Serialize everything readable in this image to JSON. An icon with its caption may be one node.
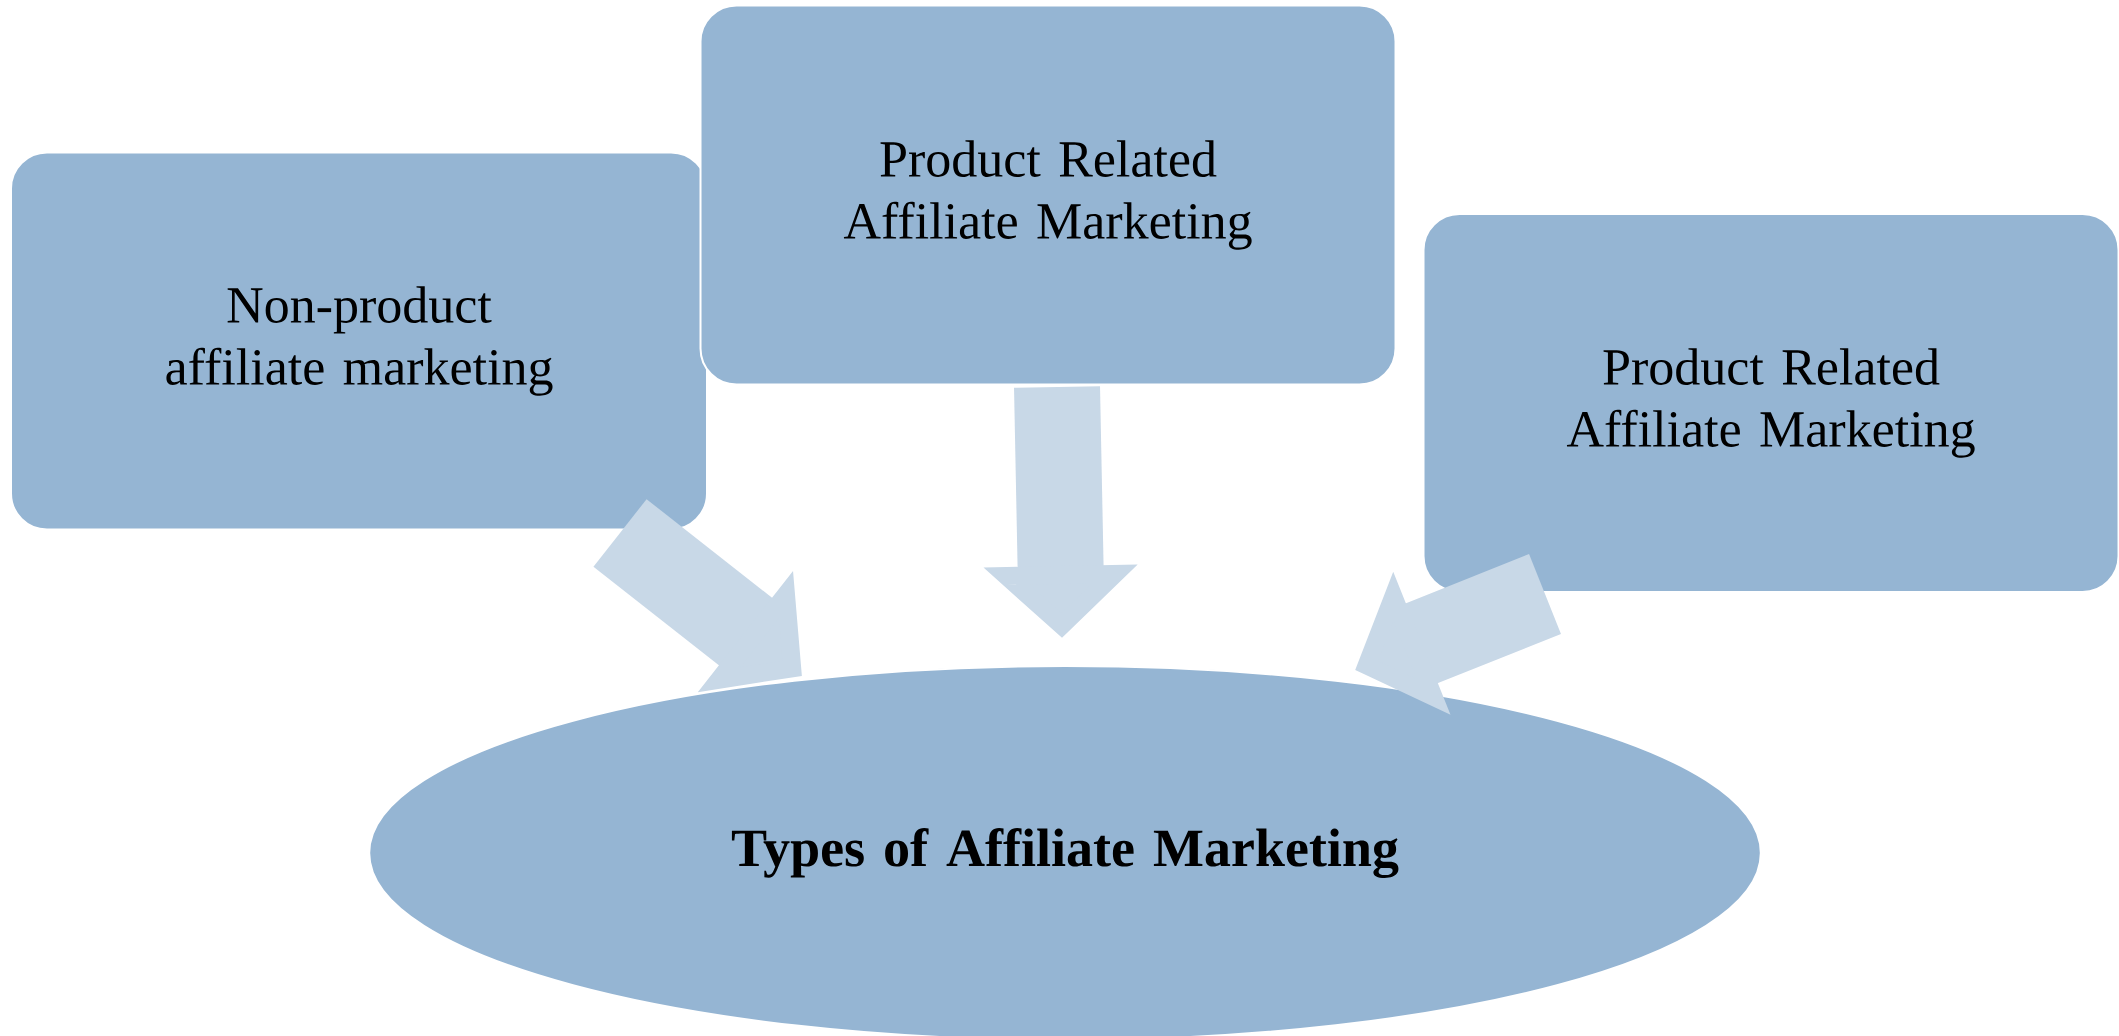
{
  "diagram": {
    "nodes": [
      {
        "text": [
          "Non-product affiliate marketing"
        ]
      },
      {
        "text": [
          "Product Related Affiliate Marketing"
        ]
      },
      {
        "text": [
          "Product Related Affiliate Marketing"
        ]
      },
      {
        "text": [
          "Types of Affiliate Marketing"
        ]
      }
    ],
    "edges": [
      {
        "from": 0,
        "to": 3,
        "arrow": "to"
      },
      {
        "from": 1,
        "to": 3,
        "arrow": "to"
      },
      {
        "from": 2,
        "to": 3,
        "arrow": "to"
      }
    ]
  }
}
